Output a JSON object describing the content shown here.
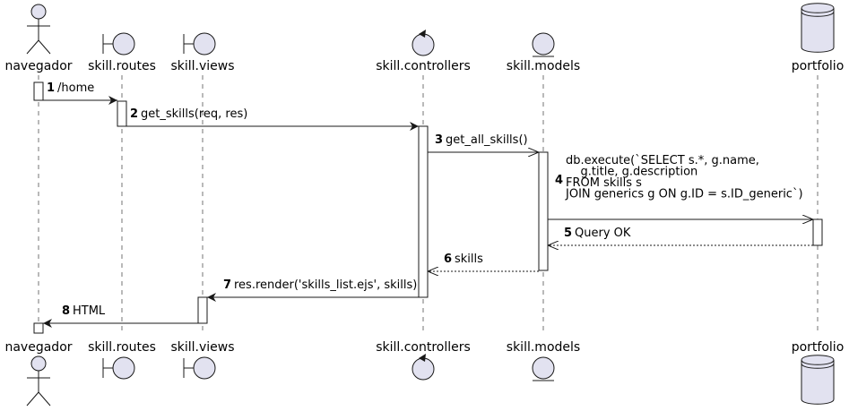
{
  "participants": [
    {
      "id": "navegador",
      "label": "navegador",
      "kind": "actor"
    },
    {
      "id": "routes",
      "label": "skill.routes",
      "kind": "boundary"
    },
    {
      "id": "views",
      "label": "skill.views",
      "kind": "boundary"
    },
    {
      "id": "controllers",
      "label": "skill.controllers",
      "kind": "control"
    },
    {
      "id": "models",
      "label": "skill.models",
      "kind": "entity"
    },
    {
      "id": "portfolio",
      "label": "portfolio",
      "kind": "database"
    }
  ],
  "messages": [
    {
      "num": "1",
      "from": "navegador",
      "to": "routes",
      "style": "sync",
      "lines": [
        "/home"
      ]
    },
    {
      "num": "2",
      "from": "routes",
      "to": "controllers",
      "style": "sync",
      "lines": [
        "get_skills(req, res)"
      ]
    },
    {
      "num": "3",
      "from": "controllers",
      "to": "models",
      "style": "async",
      "lines": [
        "get_all_skills()"
      ]
    },
    {
      "num": "4",
      "from": "models",
      "to": "portfolio",
      "style": "async",
      "lines": [
        "db.execute(`SELECT s.*, g.name,",
        "    g.title, g.description",
        "FROM skills s",
        "JOIN generics g ON g.ID = s.ID_generic`)"
      ]
    },
    {
      "num": "5",
      "from": "portfolio",
      "to": "models",
      "style": "return",
      "lines": [
        "Query OK"
      ]
    },
    {
      "num": "6",
      "from": "models",
      "to": "controllers",
      "style": "return",
      "lines": [
        "skills"
      ]
    },
    {
      "num": "7",
      "from": "controllers",
      "to": "views",
      "style": "sync",
      "lines": [
        "res.render('skills_list.ejs', skills)"
      ]
    },
    {
      "num": "8",
      "from": "views",
      "to": "navegador",
      "style": "sync",
      "lines": [
        "HTML"
      ]
    }
  ],
  "colors": {
    "participant_fill": "#e2e2f0",
    "participant_stroke": "#181818",
    "lifeline": "#181818",
    "activation_fill": "#ffffff"
  }
}
